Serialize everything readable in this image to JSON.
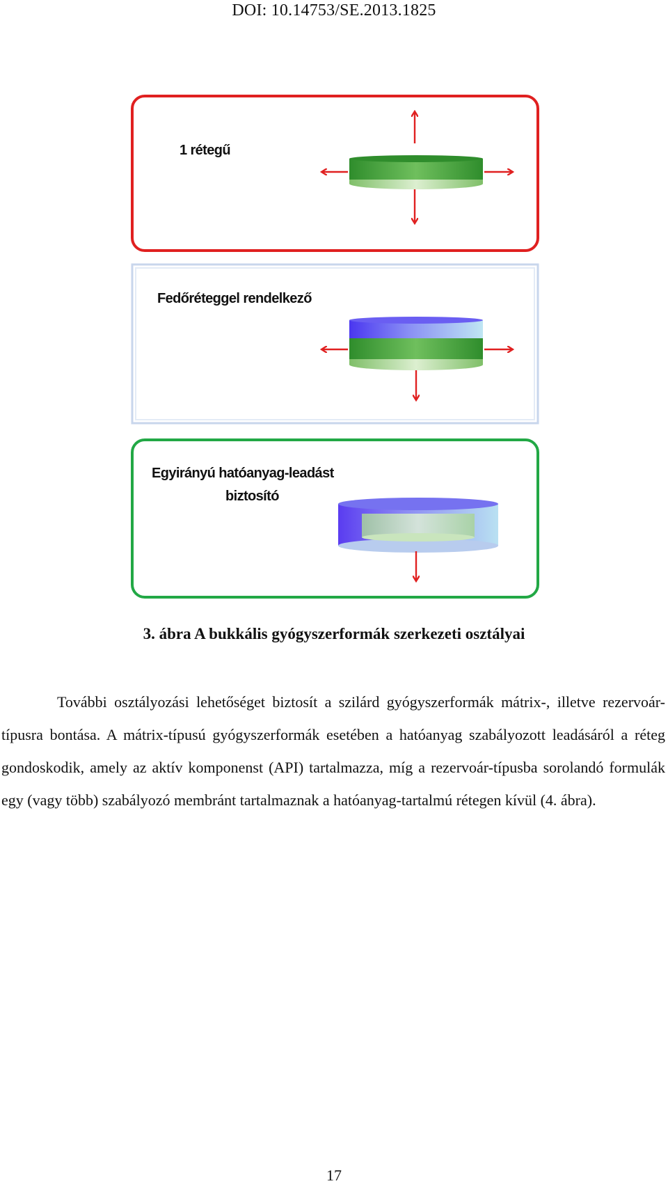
{
  "header": {
    "doi": "DOI: 10.14753/SE.2013.1825"
  },
  "figure": {
    "panels": [
      {
        "label_lines": [
          "1 rétegű"
        ],
        "border_color": "#e02020"
      },
      {
        "label_lines": [
          "Fedőréteggel rendelkező"
        ],
        "border_color": "#c8d6ec"
      },
      {
        "label_lines": [
          "Egyirányú hatóanyag-leadást",
          "biztosító"
        ],
        "border_color": "#22a845"
      }
    ],
    "arrow_color": "#e02020",
    "layer_colors": {
      "drug": "#3f9a3a",
      "backing": "#5a4ef0",
      "backing_light": "#bfe6f3"
    },
    "caption": "3. ábra A bukkális gyógyszerformák szerkezeti osztályai"
  },
  "body": {
    "paragraph": "További osztályozási lehetőséget biztosít a szilárd gyógyszerformák mátrix-, illetve rezervoár-típusra bontása. A mátrix-típusú gyógyszerformák esetében a hatóanyag szabályozott leadásáról a réteg gondoskodik, amely az aktív komponenst (API) tartalmazza, míg a rezervoár-típusba sorolandó formulák egy (vagy több) szabályozó membránt tartalmaznak a hatóanyag-tartalmú rétegen kívül (4. ábra)."
  },
  "footer": {
    "page_number": "17"
  }
}
